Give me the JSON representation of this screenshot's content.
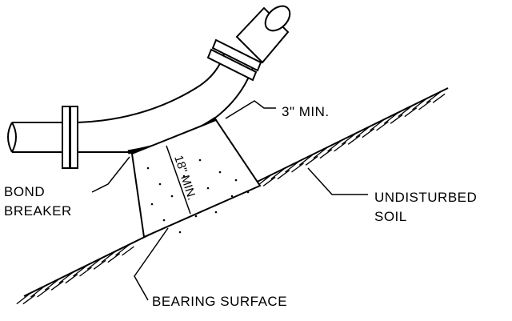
{
  "labels": {
    "clearance": "3\" MIN.",
    "bond_line1": "BOND",
    "bond_line2": "BREAKER",
    "soil_line1": "UNDISTURBED",
    "soil_line2": "SOIL",
    "bearing": "BEARING SURFACE",
    "thickness": "18\" MIN."
  },
  "colors": {
    "ink": "#000000",
    "background": "#ffffff"
  }
}
